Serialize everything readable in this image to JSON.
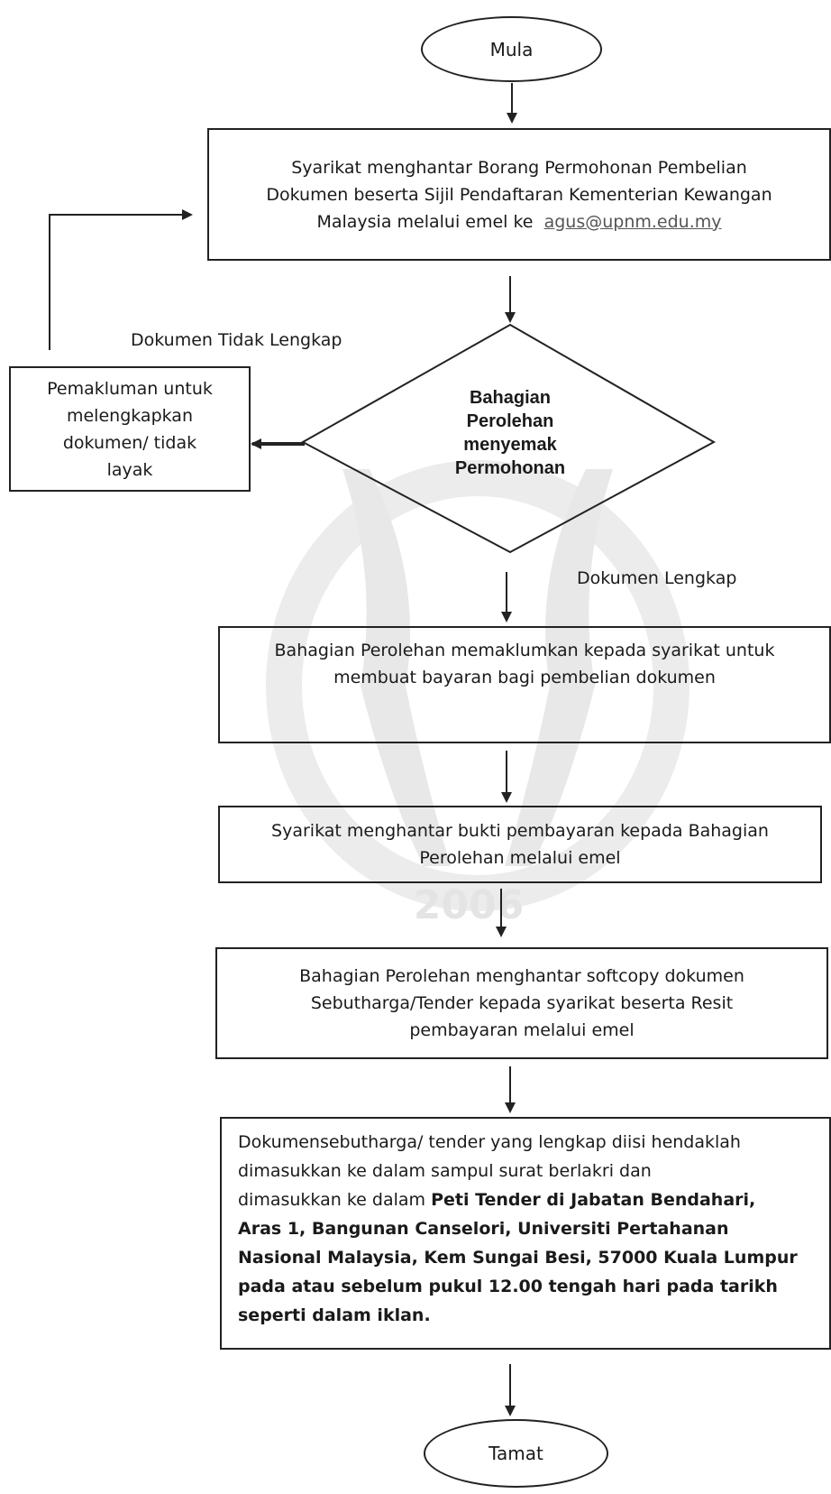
{
  "start": "Mula",
  "step1": {
    "line1": "Syarikat menghantar Borang Permohonan Pembelian",
    "line2": "Dokumen beserta Sijil Pendaftaran Kementerian Kewangan",
    "line3": "Malaysia melalui emel ke",
    "email": "agus@upnm.edu.my"
  },
  "decision": {
    "line1": "Bahagian",
    "line2": "Perolehan",
    "line3": "menyemak",
    "line4": "Permohonan"
  },
  "label_incomplete": "Dokumen Tidak Lengkap",
  "label_complete": "Dokumen Lengkap",
  "notify_box": {
    "line1": "Pemakluman untuk",
    "line2": "melengkapkan",
    "line3": "dokumen/ tidak",
    "line4": "layak"
  },
  "step2": {
    "line1": "Bahagian Perolehan memaklumkan kepada syarikat untuk",
    "line2": "membuat bayaran bagi pembelian dokumen"
  },
  "step3": {
    "line1": "Syarikat menghantar bukti pembayaran kepada Bahagian",
    "line2": "Perolehan melalui emel"
  },
  "step4": {
    "line1": "Bahagian Perolehan menghantar softcopy dokumen",
    "line2": "Sebutharga/Tender kepada syarikat beserta Resit",
    "line3": "pembayaran melalui emel"
  },
  "step5": {
    "line1": "Dokumensebutharga/ tender yang lengkap diisi hendaklah",
    "line2": "dimasukkan ke dalam sampul surat berlakri dan",
    "line3_plain": "dimasukkan ke dalam ",
    "line3_bold": "Peti Tender di Jabatan Bendahari,",
    "line4": "Aras 1, Bangunan Canselori, Universiti Pertahanan",
    "line5": "Nasional Malaysia, Kem Sungai Besi, 57000 Kuala Lumpur",
    "line6": "pada atau sebelum pukul 12.00 tengah hari pada tarikh",
    "line7": "seperti dalam iklan."
  },
  "watermark_year": "2006",
  "end": "Tamat"
}
